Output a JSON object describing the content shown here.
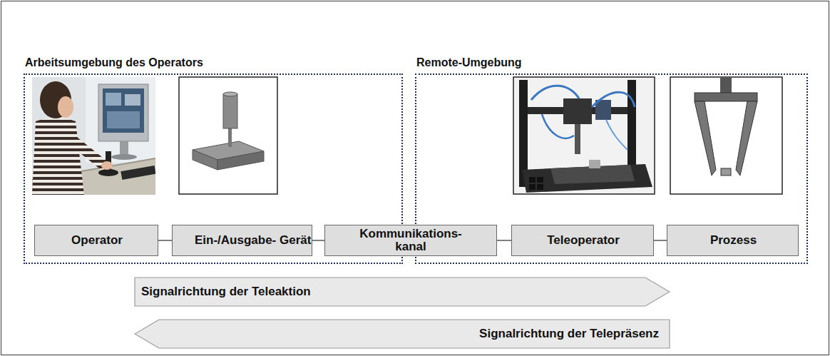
{
  "diagram": {
    "nodes": [
      {
        "text": [
          "Arbeitsumgebung des Operators"
        ]
      },
      {
        "text": [
          "Remote-Umgebung"
        ]
      },
      {
        "text": [
          "Operator"
        ],
        "in": 0
      },
      {
        "text": [
          "Ein-/Ausgabe- Gerät"
        ],
        "in": 0
      },
      {
        "text": [
          "Kommunikations- kanal"
        ]
      },
      {
        "text": [
          "Teleoperator"
        ],
        "in": 1
      },
      {
        "text": [
          "Prozess"
        ],
        "in": 1
      },
      {
        "text": [
          "Signalrichtung der Teleaktion"
        ]
      },
      {
        "text": [
          "Signalrichtung der Telepräsenz"
        ]
      }
    ],
    "edges": [
      {
        "from": 2,
        "to": 3,
        "arrow": "none"
      },
      {
        "from": 3,
        "to": 4,
        "arrow": "none"
      },
      {
        "from": 4,
        "to": 5,
        "arrow": "none"
      },
      {
        "from": 5,
        "to": 6,
        "arrow": "none"
      }
    ]
  }
}
